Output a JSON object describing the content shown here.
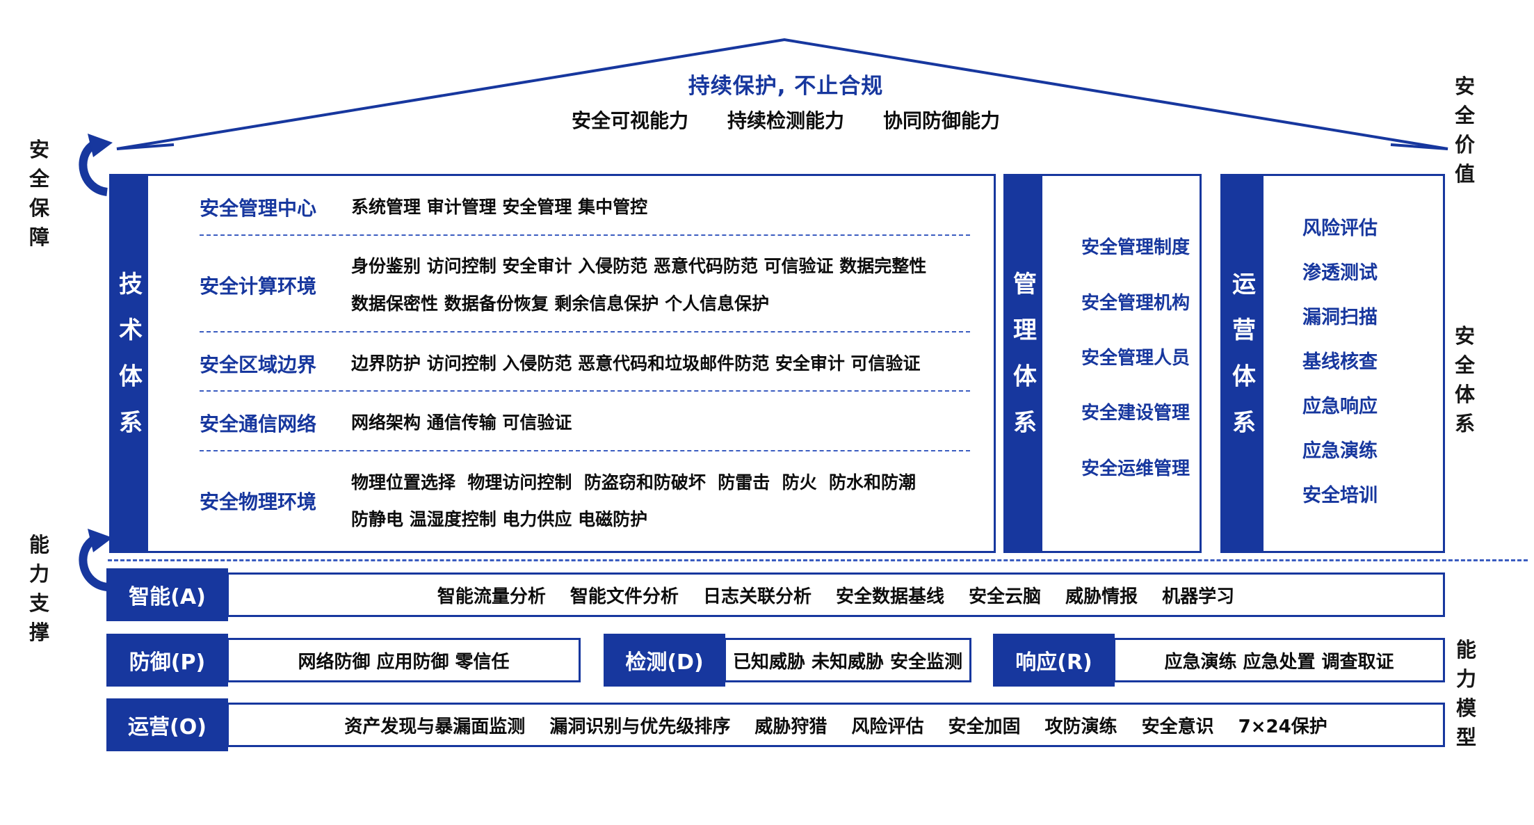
{
  "colors": {
    "primary": "#17379e",
    "dashed": "#3a5cc0",
    "text": "#0d0d0d"
  },
  "roof": {
    "title": "持续保护, 不止合规",
    "subtitle": "安全可视能力　　持续检测能力　　协同防御能力"
  },
  "labels": {
    "assurance": "安全保障",
    "value": "安全价值",
    "system": "安全体系",
    "support": "能力支撑",
    "model": "能力模型"
  },
  "tech": {
    "bar": "技术体系",
    "rows": [
      {
        "header": "安全管理中心",
        "lines": [
          "系统管理 审计管理 安全管理 集中管控"
        ]
      },
      {
        "header": "安全计算环境",
        "lines": [
          "身份鉴别 访问控制 安全审计 入侵防范 恶意代码防范 可信验证 数据完整性",
          "数据保密性 数据备份恢复 剩余信息保护 个人信息保护"
        ]
      },
      {
        "header": "安全区域边界",
        "lines": [
          "边界防护 访问控制 入侵防范 恶意代码和垃圾邮件防范 安全审计 可信验证"
        ]
      },
      {
        "header": "安全通信网络",
        "lines": [
          "网络架构 通信传输 可信验证"
        ]
      },
      {
        "header": "安全物理环境",
        "lines": [
          "物理位置选择  物理访问控制  防盗窃和防破坏  防雷击  防火  防水和防潮",
          "防静电 温湿度控制 电力供应 电磁防护"
        ]
      }
    ]
  },
  "management": {
    "bar": "管理体系",
    "items": [
      "安全管理制度",
      "安全管理机构",
      "安全管理人员",
      "安全建设管理",
      "安全运维管理"
    ]
  },
  "operation": {
    "bar": "运营体系",
    "items": [
      "风险评估",
      "渗透测试",
      "漏洞扫描",
      "基线核查",
      "应急响应",
      "应急演练",
      "安全培训"
    ]
  },
  "capability": {
    "intelligence": {
      "label": "智能(A)",
      "items": "智能流量分析　 智能文件分析　 日志关联分析　 安全数据基线　 安全云脑　 威胁情报　 机器学习"
    },
    "pdr": [
      {
        "label": "防御(P)",
        "items": "网络防御 应用防御 零信任"
      },
      {
        "label": "检测(D)",
        "items": "已知威胁 未知威胁 安全监测"
      },
      {
        "label": "响应(R)",
        "items": "应急演练 应急处置 调查取证"
      }
    ],
    "operate": {
      "label": "运营(O)",
      "items": "资产发现与暴漏面监测　 漏洞识别与优先级排序　 威胁狩猎　 风险评估　 安全加固　 攻防演练　 安全意识　 7×24保护"
    }
  }
}
